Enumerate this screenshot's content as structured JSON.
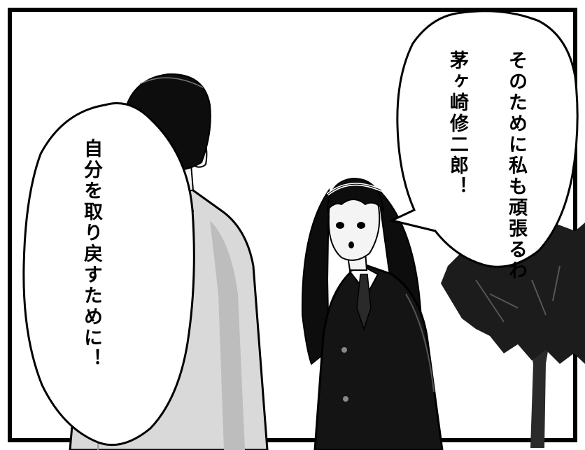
{
  "dialogue": {
    "left_bubble": {
      "lines": [
        "自分を取り戻すために！"
      ]
    },
    "right_bubble": {
      "lines": [
        "そのために私も頑張るわ",
        "茅ヶ崎修二郎！"
      ]
    }
  },
  "colors": {
    "ink": "#000000",
    "paper": "#ffffff",
    "suit": "#d9d9d9",
    "suit_shadow": "#bdbdbd",
    "skin": "#f4f4f4",
    "blazer": "#141414",
    "foliage": "#1c1c1c"
  }
}
